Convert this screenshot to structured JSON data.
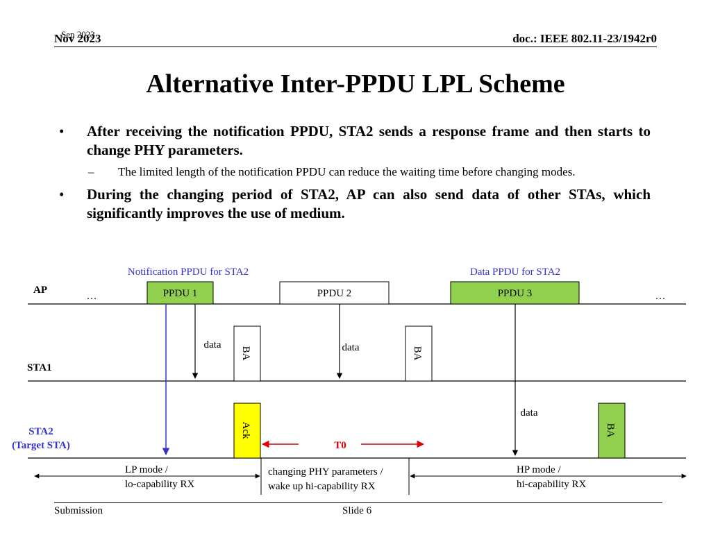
{
  "header": {
    "date_overlay": "Sep 2023",
    "date": "Nov 2023",
    "doc_id": "doc.: IEEE 802.11-23/1942r0"
  },
  "title": "Alternative Inter-PPDU LPL Scheme",
  "bullets": {
    "marker": "•",
    "sub_marker": "–",
    "b1": "After receiving the notification PPDU, STA2 sends a response frame and then starts to change PHY parameters.",
    "b1_sub": "The limited length of the notification PPDU can reduce the waiting time before changing modes.",
    "b2": "During the changing period of STA2, AP can also send data of other STAs, which significantly improves the use of medium."
  },
  "diagram": {
    "labels": {
      "notification": "Notification PPDU for STA2",
      "data_ppdu": "Data PPDU for STA2",
      "ap": "AP",
      "sta1": "STA1",
      "sta2": "STA2",
      "sta2_sub": "(Target STA)",
      "ellipsis": "…"
    },
    "frames": {
      "ppdu1": "PPDU 1",
      "ppdu2": "PPDU 2",
      "ppdu3": "PPDU 3",
      "ba": "BA",
      "ack": "Ack",
      "data": "data"
    },
    "t0": "T0",
    "modes": {
      "lp1": "LP mode /",
      "lp2": "lo-capability RX",
      "ch1": "changing PHY parameters /",
      "ch2": "wake up hi-capability RX",
      "hp1": "HP mode /",
      "hp2": "hi-capability RX"
    },
    "colors": {
      "green": "#92d050",
      "yellow": "#ffff00",
      "blue": "#3333cc",
      "red": "#e00000",
      "line": "#000000"
    }
  },
  "footer": {
    "submission": "Submission",
    "slide": "Slide 6"
  }
}
